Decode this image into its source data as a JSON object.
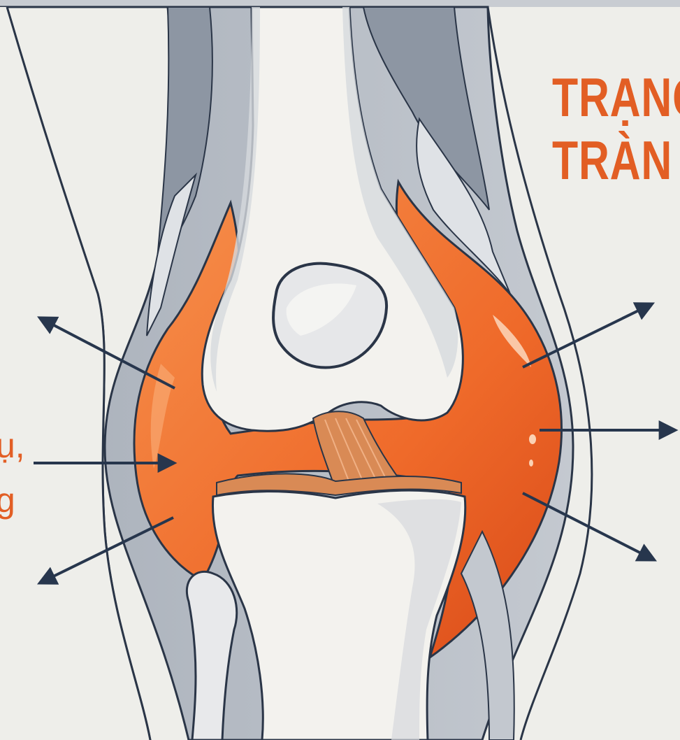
{
  "colors": {
    "background": "#eeeeea",
    "outline": "#2a3547",
    "skin": "#b9bfc8",
    "tendon_gray": "#c9ccd0",
    "bone": "#f3f2ee",
    "bone_shade": "#cfd2d6",
    "fluid": "#ef6a2a",
    "fluid_light": "#f58a46",
    "fluid_dark": "#dd4e1b",
    "ligament": "#d98a55",
    "arrow": "#27364d",
    "text_accent": "#e25e24"
  },
  "title_lines": [
    "TRẠNG",
    "TRÀN"
  ],
  "side_label_lines": [
    "ụ,",
    "g"
  ],
  "icons": {
    "arrow_shape": "arrow-icon"
  }
}
